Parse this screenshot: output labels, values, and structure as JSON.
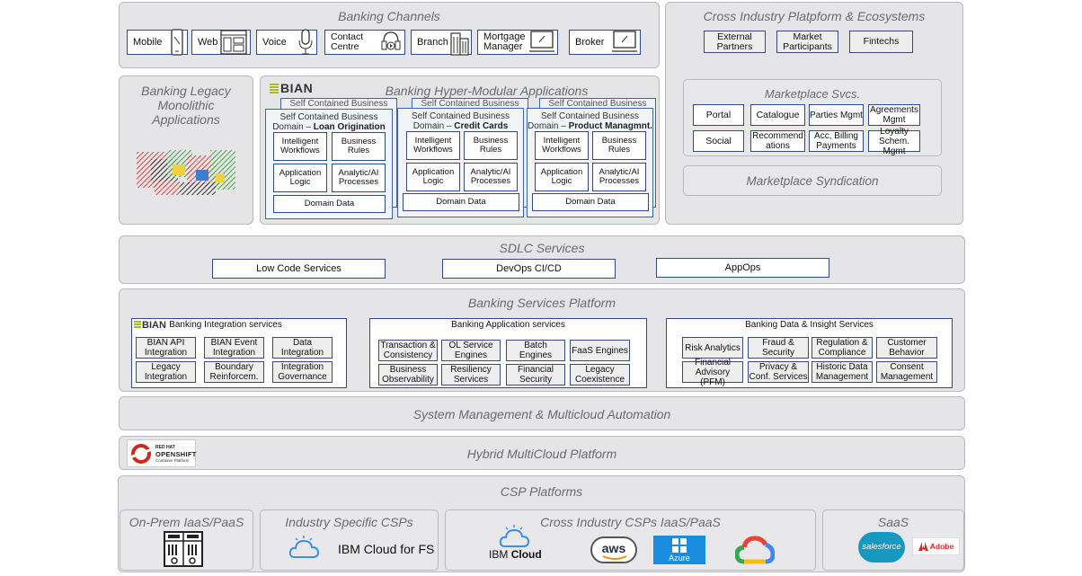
{
  "banking_channels": {
    "title": "Banking Channels",
    "items": [
      "Mobile",
      "Web",
      "Voice",
      "Contact Centre",
      "Branch",
      "Mortgage Manager",
      "Broker"
    ]
  },
  "cross_industry": {
    "title": "Cross Industry Platpform & Ecosystems",
    "partners": [
      "External Partners",
      "Market Participants",
      "Fintechs"
    ],
    "marketplace": {
      "title": "Marketplace Svcs.",
      "items": [
        "Portal",
        "Catalogue",
        "Parties Mgmt",
        "Agreements Mgmt",
        "Social",
        "Recommend ations",
        "Acc, Billing Payments",
        "Loyalty Schem. Mgmt"
      ]
    },
    "syndication": "Marketplace Syndication"
  },
  "legacy": {
    "title": "Banking Legacy Monolithic Applications"
  },
  "hyper_modular": {
    "logo": "BIAN",
    "title": "Banking Hyper-Modular Applications",
    "back_label": "Self Contained Business",
    "domains": [
      {
        "head": "Self Contained Business",
        "prefix": "Domain – ",
        "name": "Loan Origination"
      },
      {
        "head": "Self Contained Business",
        "prefix": "Domain – ",
        "name": "Credit Cards"
      },
      {
        "head": "Self Contained Business",
        "prefix": "Domain – ",
        "name": "Product Managmnt."
      }
    ],
    "cells": [
      "Intelligent Workflows",
      "Business Rules",
      "Application Logic",
      "Analytic/AI Processes"
    ],
    "domain_data": "Domain Data"
  },
  "sdlc": {
    "title": "SDLC Services",
    "items": [
      "Low Code Services",
      "DevOps CI/CD",
      "AppOps"
    ]
  },
  "bsp": {
    "title": "Banking Services Platform",
    "integration": {
      "logo": "BIAN",
      "title": "Banking Integration services",
      "items": [
        "BIAN API Integration",
        "BIAN Event Integration",
        "Data Integration",
        "Legacy Integration",
        "Boundary Reinforcem.",
        "Integration Governance"
      ]
    },
    "application": {
      "title": "Banking Application services",
      "items": [
        "Transaction & Consistency",
        "OL Service Engines",
        "Batch Engines",
        "FaaS Engines",
        "Business Observability",
        "Resiliency Services",
        "Financial Security",
        "Legacy Coexistence"
      ]
    },
    "data_insight": {
      "title": "Banking Data & Insight Services",
      "items": [
        "Risk Analytics",
        "Fraud & Security",
        "Regulation & Compliance",
        "Customer Behavior",
        "Financial Advisory (PFM)",
        "Privacy & Conf. Services",
        "Historic Data Management",
        "Consent Management"
      ]
    }
  },
  "sysmgmt": {
    "title": "System Management & Multicloud Automation"
  },
  "hybrid": {
    "title": "Hybrid MultiCloud Platform",
    "logo_line1": "RED HAT",
    "logo_line2": "OPENSHIFT",
    "logo_line3": "Container Platform"
  },
  "csp": {
    "title": "CSP Platforms",
    "onprem": {
      "title": "On-Prem IaaS/PaaS"
    },
    "industry": {
      "title": "Industry Specific CSPs",
      "label": "IBM Cloud for FS"
    },
    "cross": {
      "title": "Cross Industry CSPs IaaS/PaaS",
      "ibm_prefix": "IBM",
      "ibm_suffix": "Cloud",
      "aws": "aws",
      "azure": "Azure"
    },
    "saas": {
      "title": "SaaS",
      "salesforce": "salesforce",
      "adobe": "Adobe"
    }
  },
  "colors": {
    "panel": "#e5e5e7",
    "box_border": "#2f4a86",
    "title": "#6a6a70",
    "domain_border": "#3e63a8"
  }
}
